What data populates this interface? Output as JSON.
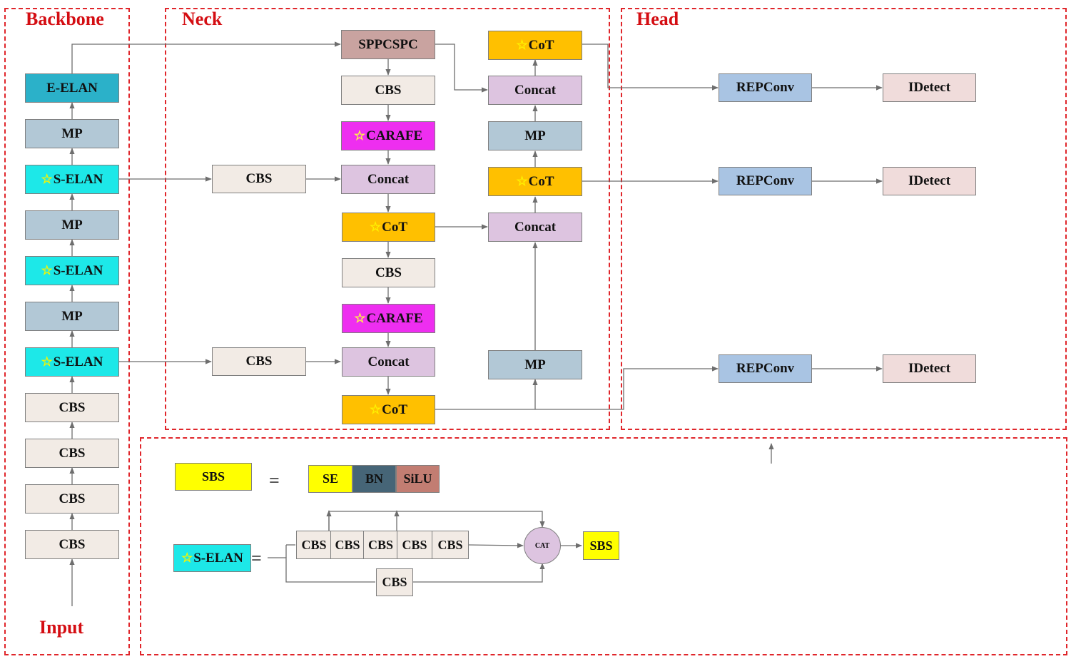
{
  "sections": {
    "backbone": "Backbone",
    "neck": "Neck",
    "head": "Head",
    "input": "Input"
  },
  "colors": {
    "eelan": "#2bb1c9",
    "mp": "#b2c8d6",
    "selan": "#1de8e8",
    "cbs": "#f2ebe5",
    "sppcspc": "#c9a3a0",
    "carafe": "#ee2ef0",
    "concat": "#ddc4e0",
    "cot": "#ffc000",
    "repconv": "#a9c4e3",
    "idetect": "#f0dcdb",
    "sbs": "#ffff00",
    "se": "#ffff00",
    "bn": "#466577",
    "silu": "#c27d72",
    "cat": "#ddc4e0",
    "dash": "#e0262b"
  },
  "icons": {
    "star": "star-icon"
  },
  "backbone": [
    "E-ELAN",
    "MP",
    "S-ELAN",
    "MP",
    "S-ELAN",
    "MP",
    "S-ELAN",
    "CBS",
    "CBS",
    "CBS",
    "CBS"
  ],
  "neck": {
    "sppcspc": "SPPCSPC",
    "cbs": "CBS",
    "carafe": "CARAFE",
    "concat": "Concat",
    "cot": "CoT",
    "mp": "MP"
  },
  "head": {
    "repconv": "REPConv",
    "idetect": "IDetect"
  },
  "legend": {
    "sbs": "SBS",
    "equals": "=",
    "se": "SE",
    "bn": "BN",
    "silu": "SiLU",
    "selan": "S-ELAN",
    "cbs": "CBS",
    "cat": "CAT"
  }
}
